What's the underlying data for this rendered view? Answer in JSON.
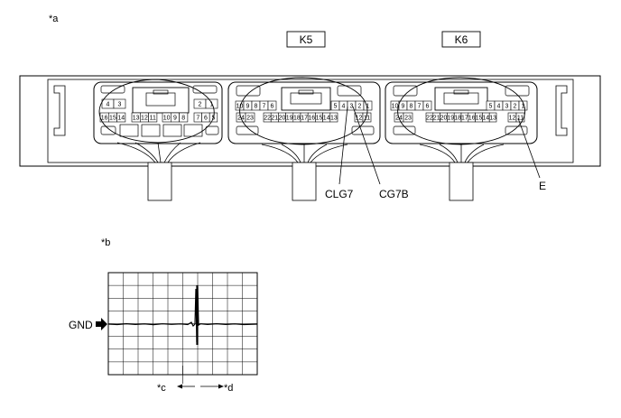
{
  "labels": {
    "a": "*a",
    "b": "*b",
    "c": "*c",
    "d": "*d",
    "gnd": "GND",
    "clg7": "CLG7",
    "cg7b": "CG7B",
    "e": "E"
  },
  "connectors": {
    "k5": "K5",
    "k6": "K6"
  },
  "pins": {
    "left": {
      "row1": [
        "4",
        "3",
        "2",
        "1"
      ],
      "row2": [
        "16",
        "15",
        "14",
        "13",
        "12",
        "11",
        "10",
        "9",
        "8",
        "7",
        "6",
        "5"
      ]
    },
    "k5": {
      "row1_left": [
        "10",
        "9",
        "8",
        "7",
        "6"
      ],
      "row1_right": [
        "5",
        "4",
        "3",
        "2",
        "1"
      ],
      "row2": [
        "24",
        "23",
        "22",
        "21",
        "20",
        "19",
        "18",
        "17",
        "16",
        "15",
        "14",
        "13"
      ],
      "row2_right": [
        "12",
        "11"
      ]
    },
    "k6": {
      "row1_left": [
        "10",
        "9",
        "8",
        "7",
        "6"
      ],
      "row1_right": [
        "5",
        "4",
        "3",
        "2",
        "1"
      ],
      "row2": [
        "24",
        "23",
        "22",
        "21",
        "20",
        "19",
        "18",
        "17",
        "16",
        "15",
        "14",
        "13"
      ],
      "row2_right": [
        "12",
        "11"
      ]
    }
  }
}
